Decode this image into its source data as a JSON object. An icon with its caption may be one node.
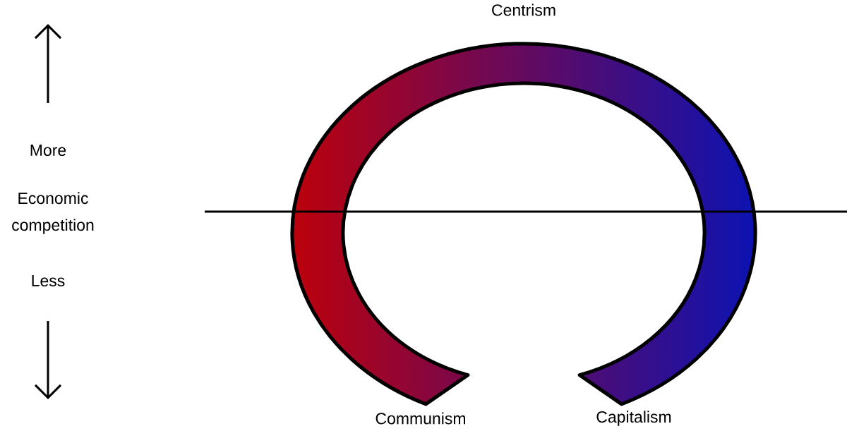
{
  "diagram": {
    "labels": [
      "Centrism",
      "More",
      "Economic competition",
      "Less",
      "Communism",
      "Capitalism"
    ]
  }
}
